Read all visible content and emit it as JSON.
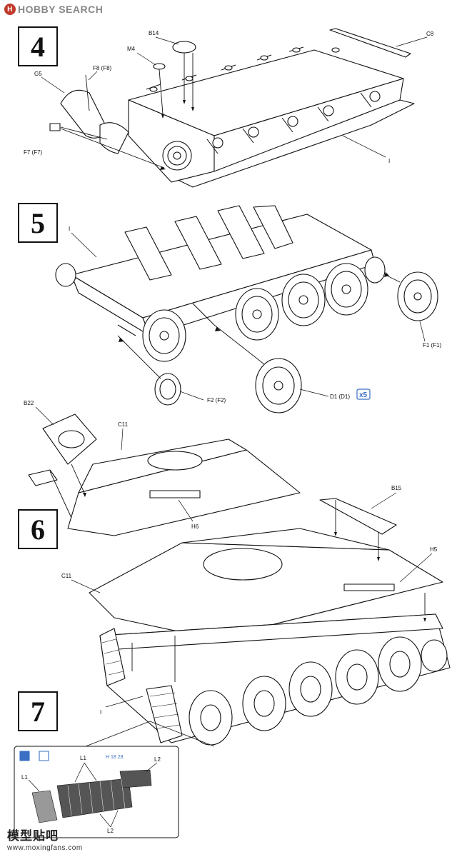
{
  "watermark": {
    "brand": "HOBBY SEARCH",
    "logo_letter": "H"
  },
  "bottom_watermark": {
    "text": "模型贴吧",
    "url": "www.moxingfans.com"
  },
  "steps": [
    "4",
    "5",
    "6",
    "7"
  ],
  "parts": {
    "b14": "B14",
    "m4": "M4",
    "c8": "C8",
    "g5": "G5",
    "f8": "F8 (F8)",
    "f7": "F7 (F7)",
    "i_4": "I",
    "i_5": "I",
    "f1": "F1 (F1)",
    "f2": "F2 (F2)",
    "d1": "D1 (D1)",
    "x5": "x5",
    "b22": "B22",
    "c11_a": "C11",
    "h6": "H6",
    "b15": "B15",
    "h5": "H5",
    "c11_b": "C11",
    "i_7": "I",
    "l1_a": "L1",
    "l2_a": "L2",
    "l1_b": "L1",
    "l2_b": "L2",
    "count": "H 18 28"
  }
}
